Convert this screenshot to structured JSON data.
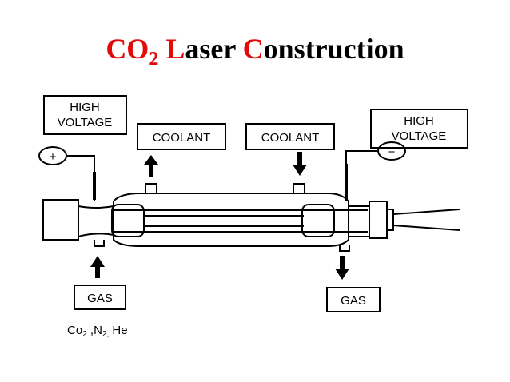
{
  "title": {
    "part1": "CO",
    "sub": "2",
    "part2_first": "L",
    "part2_rest": "aser ",
    "part3_first": "C",
    "part3_rest": "onstruction"
  },
  "labels": {
    "high_voltage_left": [
      "HIGH",
      "VOLTAGE"
    ],
    "high_voltage_right": [
      "HIGH",
      "VOLTAGE"
    ],
    "coolant_left": "COOLANT",
    "coolant_right": "COOLANT",
    "gas_in": "GAS",
    "gas_out": "GAS",
    "plus": "+",
    "minus": "−",
    "gas_mix_co": "Co",
    "gas_mix_co_sub": "2",
    "gas_mix_n": " ,N",
    "gas_mix_n_sub": "2,",
    "gas_mix_he": " He"
  },
  "colors": {
    "accent": "#e10b0b",
    "text": "#000000"
  }
}
